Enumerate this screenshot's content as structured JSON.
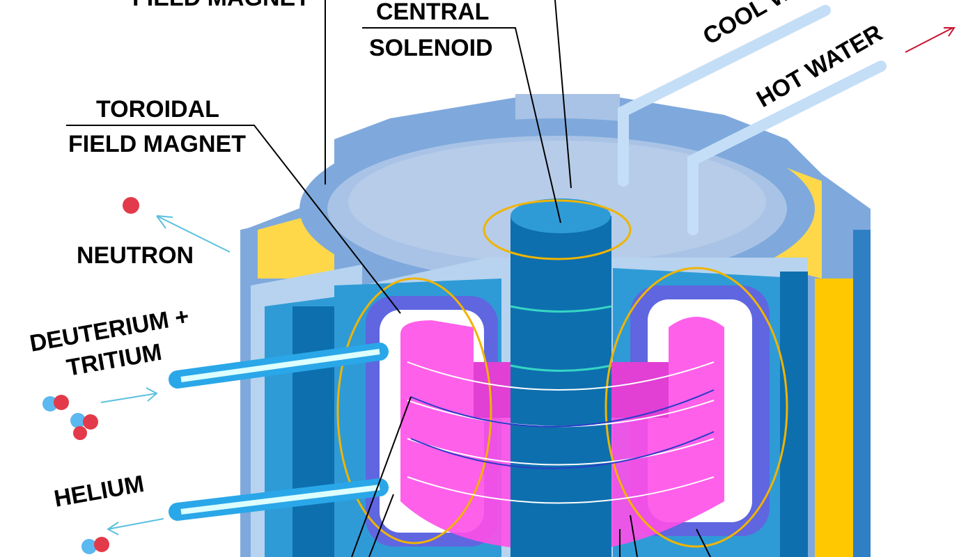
{
  "labels": {
    "poloidal_magnet": "FIELD MAGNET",
    "central_1": "CENTRAL",
    "central_2": "SOLENOID",
    "cool_water": "COOL WATER",
    "hot_water": "HOT WATER",
    "toroidal_1": "TOROIDAL",
    "toroidal_2": "FIELD MAGNET",
    "neutron": "NEUTRON",
    "dt_1": "DEUTERIUM +",
    "dt_2": "TRITIUM",
    "helium": "HELIUM"
  },
  "colors": {
    "plasma": "#ff4fe8",
    "vessel_light": "#a9c3e6",
    "vessel_mid": "#7fa9dc",
    "blanket": "#2f9bd6",
    "dark_blue": "#0e6fae",
    "magnet_yellow": "#ffc800",
    "field_line": "#f0b400",
    "hot_arrow": "#c8102e",
    "cool_arrow": "#5bc0de"
  }
}
